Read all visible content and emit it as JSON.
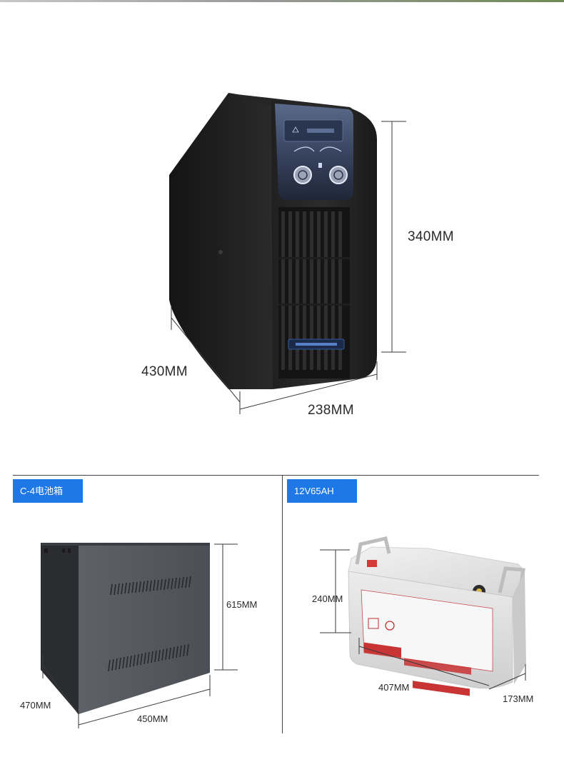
{
  "top_product": {
    "dimensions": {
      "height": "340MM",
      "depth": "430MM",
      "width": "238MM"
    }
  },
  "battery_cabinet": {
    "tag": "C-4电池箱",
    "dimensions": {
      "height": "615MM",
      "depth": "470MM",
      "width": "450MM"
    }
  },
  "battery": {
    "tag": "12V65AH",
    "dimensions": {
      "height": "240MM",
      "length": "407MM",
      "width": "173MM"
    }
  },
  "colors": {
    "tag_blue": "#1e78e6",
    "ups_body": "#1c1c1c",
    "cabinet_body": "#55585d",
    "battery_body": "#e4e4e4"
  }
}
